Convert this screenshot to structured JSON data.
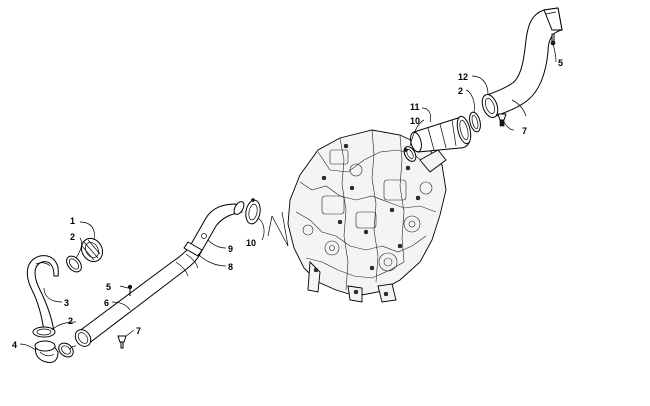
{
  "diagram": {
    "callouts": [
      {
        "id": "c1",
        "label": "1"
      },
      {
        "id": "c2a",
        "label": "2"
      },
      {
        "id": "c3",
        "label": "3"
      },
      {
        "id": "c2b",
        "label": "2"
      },
      {
        "id": "c4",
        "label": "4"
      },
      {
        "id": "c5a",
        "label": "5"
      },
      {
        "id": "c6",
        "label": "6"
      },
      {
        "id": "c7a",
        "label": "7"
      },
      {
        "id": "c9",
        "label": "9"
      },
      {
        "id": "c8",
        "label": "8"
      },
      {
        "id": "c10a",
        "label": "10"
      },
      {
        "id": "c11",
        "label": "11"
      },
      {
        "id": "c10b",
        "label": "10"
      },
      {
        "id": "c2c",
        "label": "2"
      },
      {
        "id": "c12",
        "label": "12"
      },
      {
        "id": "c5b",
        "label": "5"
      },
      {
        "id": "c7b",
        "label": "7"
      }
    ]
  }
}
